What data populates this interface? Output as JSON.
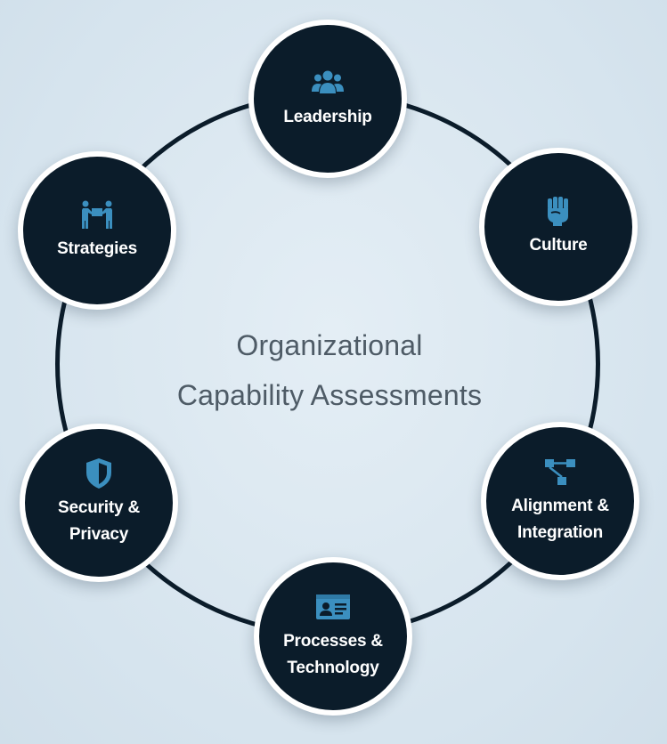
{
  "center": {
    "line1": "Organizational",
    "line2": "Capability Assessments"
  },
  "colors": {
    "node_fill": "#0b1c2a",
    "node_border": "#ffffff",
    "icon": "#3b8fbf",
    "center_text": "#4e5b66"
  },
  "nodes": {
    "leadership": {
      "label": "Leadership",
      "icon": "people-group-icon"
    },
    "culture": {
      "label": "Culture",
      "icon": "raised-fist-icon"
    },
    "alignment": {
      "line1": "Alignment &",
      "line2": "Integration",
      "icon": "flow-chart-icon"
    },
    "processes": {
      "line1": "Processes &",
      "line2": "Technology",
      "icon": "id-card-icon"
    },
    "security": {
      "line1": "Security &",
      "line2": "Privacy",
      "icon": "shield-icon"
    },
    "strategies": {
      "label": "Strategies",
      "icon": "people-carry-icon"
    }
  }
}
